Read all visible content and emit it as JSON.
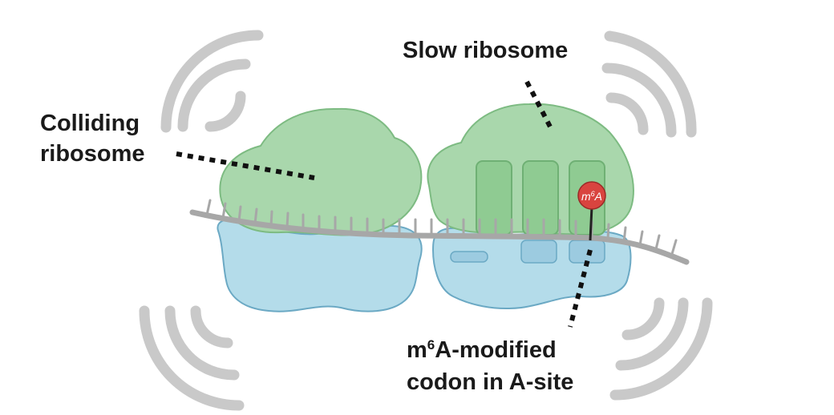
{
  "labels": {
    "colliding_line1": "Colliding",
    "colliding_line2": "ribosome",
    "slow": "Slow ribosome",
    "m6a_line1_base": "m",
    "m6a_line1_sup": "6",
    "m6a_line1_rest": "A-modified",
    "m6a_line2": "codon in A-site",
    "badge_base": "m",
    "badge_sup": "6",
    "badge_rest": "A"
  },
  "colors": {
    "large_subunit_fill": "#a9d7ac",
    "large_subunit_stroke": "#7dbb82",
    "small_subunit_fill": "#b4dcea",
    "small_subunit_stroke": "#6ba9c4",
    "mrna": "#a7a7a7",
    "motion_arcs": "#c9c9c9",
    "badge_fill": "#d9443f",
    "leader_line": "#111111"
  },
  "icons": [
    "motion-arcs-icon",
    "trna-site-icon",
    "m6a-badge-icon"
  ]
}
